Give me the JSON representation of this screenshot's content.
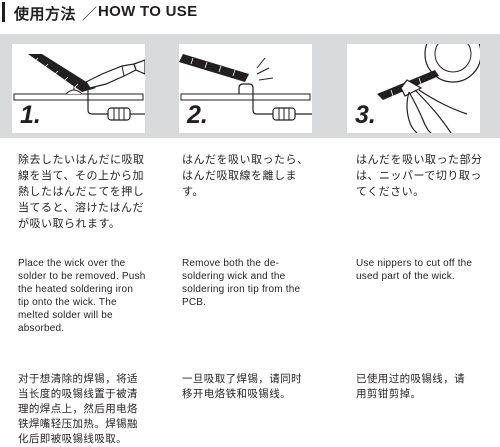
{
  "header": {
    "title_jp": "使用方法",
    "title_en": "HOW TO USE"
  },
  "steps": [
    {
      "number": "1.",
      "ja": "除去したいはんだに吸取線を当て、その上から加熱したはんだこてを押し当てると、溶けたはんだが吸い取られます。",
      "en": "Place the wick over the solder to be removed. Push the heated soldering iron tip onto the wick. The melted solder will be absorbed.",
      "zh": "对于想清除的焊锡，将适当长度的吸锡线置于被清理的焊点上，然后用电烙铁焊嘴轻压加热。焊锡融化后即被吸锡线吸取。"
    },
    {
      "number": "2.",
      "ja": "はんだを吸い取ったら、はんだ吸取線を離します。",
      "en": "Remove both the de-soldering wick and the soldering iron tip from the PCB.",
      "zh": "一旦吸取了焊锡，请同时移开电烙铁和吸锡线。"
    },
    {
      "number": "3.",
      "ja": "はんだを吸い取った部分は、ニッパーで切り取ってください。",
      "en": "Use nippers to cut off the used part of the wick.",
      "zh": "已使用过的吸锡线，请用剪钳剪掉。"
    }
  ]
}
